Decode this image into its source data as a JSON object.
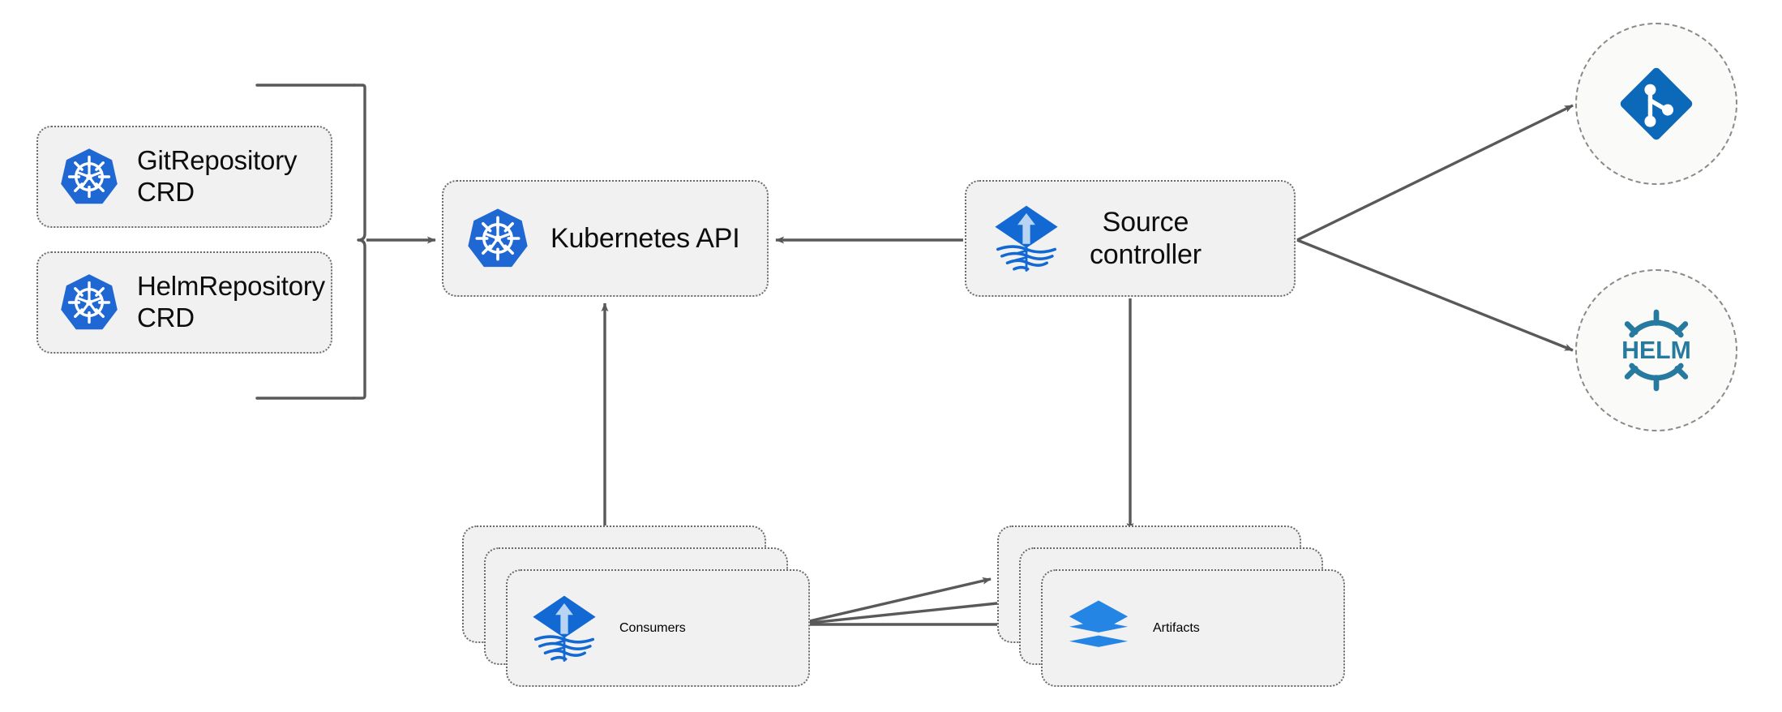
{
  "diagram": {
    "title": "Flux source-controller architecture",
    "background": "#ffffff",
    "palette": {
      "node_fill": "#f1f1f1",
      "node_border": "#6b6b6b",
      "circle_fill": "#fafaf8",
      "circle_border": "#8a8a8a",
      "connector": "#595959",
      "kubernetes_blue": "#1f67d2",
      "flux_blue": "#1269d3",
      "flux_arrow_light": "#b9d4f2",
      "git_blue": "#0c69ba",
      "helm_teal": "#277a9f",
      "artifact_blue": "#2585e4",
      "text": "#0d0d0d"
    }
  },
  "crds": {
    "bracket_name": "crd-group-bracket",
    "items": [
      {
        "id": "gitrepository-crd",
        "label": "GitRepository\nCRD",
        "icon": "kubernetes-icon"
      },
      {
        "id": "helmrepository-crd",
        "label": "HelmRepository\nCRD",
        "icon": "kubernetes-icon"
      }
    ]
  },
  "nodes": {
    "kubernetes_api": {
      "label": "Kubernetes API",
      "icon": "kubernetes-icon"
    },
    "source_controller": {
      "label": "Source\ncontroller",
      "icon": "flux-icon"
    },
    "consumers": {
      "label": "Consumers",
      "icon": "flux-icon",
      "stack_count": 3
    },
    "artifacts": {
      "label": "Artifacts",
      "icon": "layers-icon",
      "stack_count": 3
    }
  },
  "externals": [
    {
      "id": "git-source",
      "icon": "git-icon",
      "label": ""
    },
    {
      "id": "helm-source",
      "icon": "helm-icon",
      "label": "HELM"
    }
  ],
  "connections": [
    {
      "from": "crd-group",
      "to": "kubernetes-api",
      "style": "bracket-arrow"
    },
    {
      "from": "source-controller",
      "to": "kubernetes-api",
      "style": "arrow-left"
    },
    {
      "from": "source-controller",
      "to": "git-source",
      "style": "arrow-diagonal-up"
    },
    {
      "from": "source-controller",
      "to": "helm-source",
      "style": "arrow-diagonal-down"
    },
    {
      "from": "source-controller",
      "to": "artifacts",
      "style": "arrow-down"
    },
    {
      "from": "consumers",
      "to": "kubernetes-api",
      "style": "arrow-up"
    },
    {
      "from": "consumers",
      "to": "artifacts",
      "style": "arrow-fan-right",
      "count": 3
    }
  ]
}
